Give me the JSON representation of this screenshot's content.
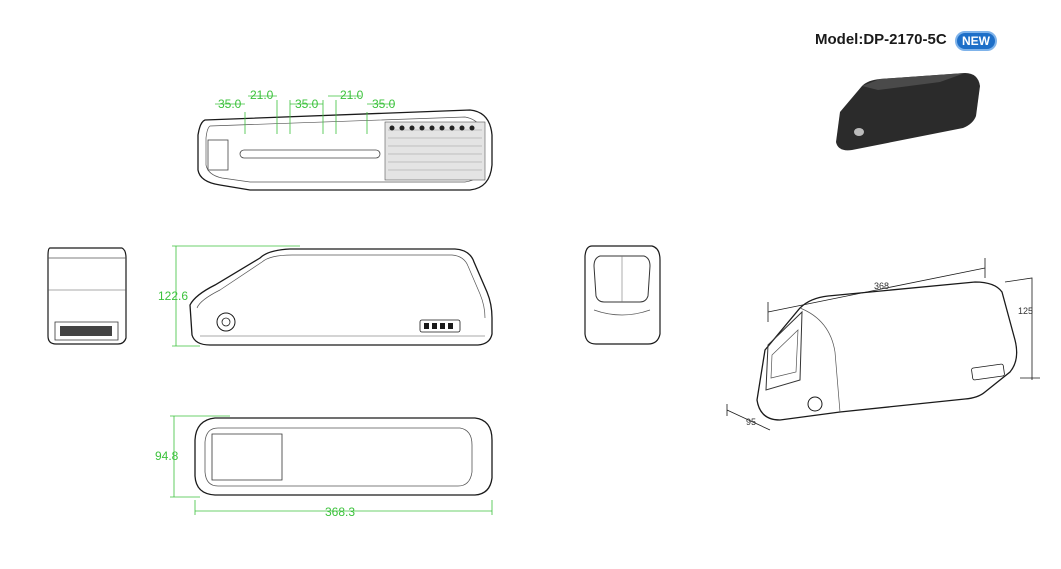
{
  "model_label": "Model:DP-2170-5C",
  "badge": "NEW",
  "colors": {
    "dimension_line": "#3cc23c",
    "outline": "#1a1a1a",
    "badge_fill": "#1e6fc8",
    "product_body": "#2b2b2b"
  },
  "top_view": {
    "spacings": [
      "35.0",
      "21.0",
      "35.0",
      "21.0",
      "35.0"
    ]
  },
  "side_view": {
    "height": "122.6"
  },
  "bottom_view": {
    "width": "94.8",
    "length": "368.3"
  },
  "iso_view": {
    "length": "368",
    "height": "125",
    "width": "95"
  }
}
